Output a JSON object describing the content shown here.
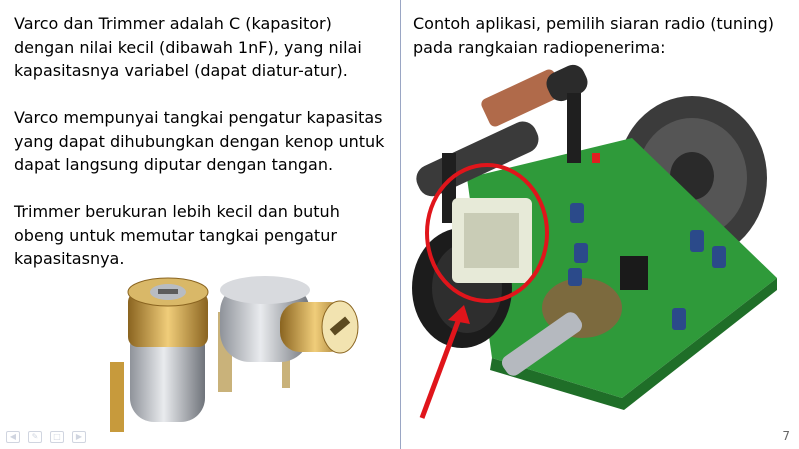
{
  "left": {
    "paragraphs": [
      "Varco dan Trimmer adalah C (kapasitor) dengan nilai kecil (dibawah 1nF), yang nilai kapasitasnya variabel (dapat diatur-atur).",
      "Varco mempunyai tangkai pengatur kapasitas yang dapat dihubungkan dengan kenop untuk dapat langsung diputar dengan tangan.",
      "Trimmer berukuran lebih kecil dan butuh obeng untuk memutar tangkai pengatur kapasitasnya."
    ]
  },
  "right": {
    "intro": "Contoh aplikasi, pemilih siaran radio (tuning) pada rangkaian radiopenerima:"
  },
  "page_number": "7",
  "colors": {
    "divider": "#9aa6c4",
    "pcb": "#2f9a3a",
    "highlight": "#e0151b",
    "brass": "#c79a3c"
  },
  "icons": [
    "pointer-icon",
    "pen-icon",
    "slides-icon",
    "menu-icon"
  ]
}
